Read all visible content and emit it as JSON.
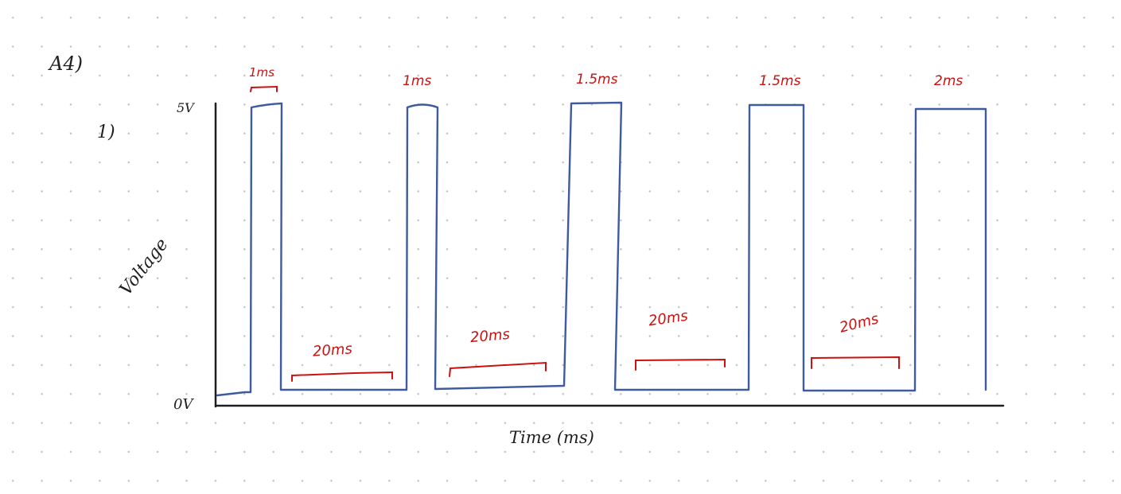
{
  "problem": {
    "section": "A4)",
    "part": "1)"
  },
  "axes": {
    "top_label": "5V",
    "bottom_label": "0V",
    "y_title": "Voltage",
    "x_title": "Time (ms)"
  },
  "pulses": [
    {
      "high_ms": 1,
      "high_label": "1ms",
      "low_ms": 20,
      "low_label": "20ms"
    },
    {
      "high_ms": 1,
      "high_label": "1ms",
      "low_ms": 20,
      "low_label": "20ms"
    },
    {
      "high_ms": 1.5,
      "high_label": "1.5ms",
      "low_ms": 20,
      "low_label": "20ms"
    },
    {
      "high_ms": 1.5,
      "high_label": "1.5ms",
      "low_ms": 20,
      "low_label": "20ms"
    },
    {
      "high_ms": 2,
      "high_label": "2ms"
    }
  ],
  "colors": {
    "signal": "#3e5aa0",
    "annotation": "#cc1111",
    "ink": "#1f1f1f",
    "grid_dot": "#c4c4c4"
  }
}
